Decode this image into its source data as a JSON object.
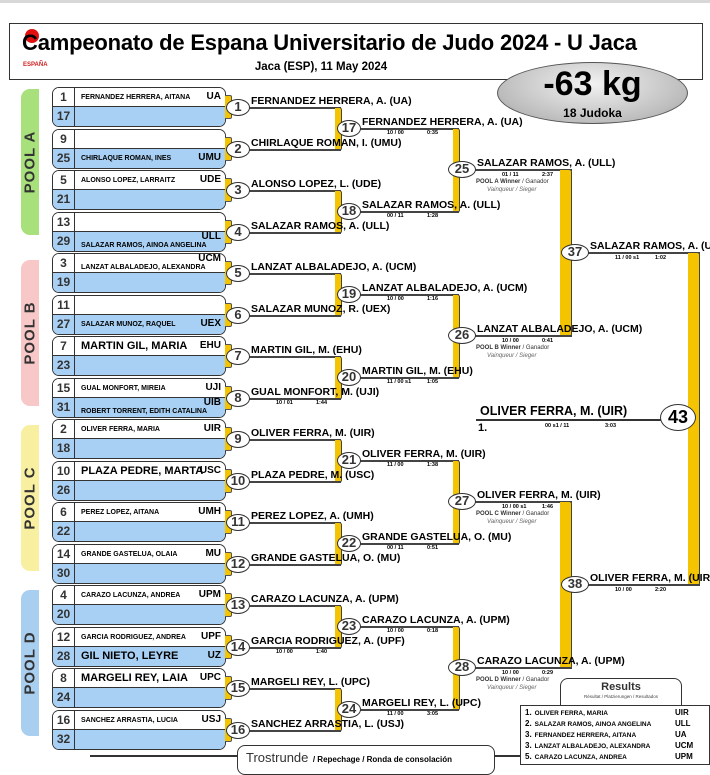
{
  "header": {
    "title": "Campeonato de Espana Universitario de Judo 2024 - U Jaca",
    "subtitle": "Jaca (ESP), 11 May 2024",
    "logo_text": "ESPAÑA"
  },
  "category": {
    "weight": "-63 kg",
    "count": "18 Judoka"
  },
  "colors": {
    "accent": "#f5c400",
    "blue_row": "#a8d0f4",
    "poolA": "#a8e07c",
    "poolB": "#f8c8c8",
    "poolC": "#f8f0a0",
    "poolD": "#a8cef0"
  },
  "pools": [
    {
      "label": "POOL   A"
    },
    {
      "label": "POOL   B"
    },
    {
      "label": "POOL   C"
    },
    {
      "label": "POOL   D"
    }
  ],
  "pairs": [
    {
      "top": {
        "seed": "1",
        "name": "FERNANDEZ HERRERA, AITANA",
        "club": "UA"
      },
      "bottom": {
        "seed": "17",
        "name": "",
        "club": ""
      }
    },
    {
      "top": {
        "seed": "9",
        "name": "",
        "club": ""
      },
      "bottom": {
        "seed": "25",
        "name": "CHIRLAQUE ROMAN, INES",
        "club": "UMU"
      }
    },
    {
      "top": {
        "seed": "5",
        "name": "ALONSO LOPEZ, LARRAITZ",
        "club": "UDE"
      },
      "bottom": {
        "seed": "21",
        "name": "",
        "club": ""
      }
    },
    {
      "top": {
        "seed": "13",
        "name": "",
        "club": ""
      },
      "bottom": {
        "seed": "29",
        "name": "SALAZAR RAMOS, AINOA ANGELINA",
        "club": "ULL"
      }
    },
    {
      "top": {
        "seed": "3",
        "name": "LANZAT ALBALADEJO, ALEXANDRA",
        "club": "UCM"
      },
      "bottom": {
        "seed": "19",
        "name": "",
        "club": ""
      }
    },
    {
      "top": {
        "seed": "11",
        "name": "",
        "club": ""
      },
      "bottom": {
        "seed": "27",
        "name": "SALAZAR MUNOZ, RAQUEL",
        "club": "UEX"
      }
    },
    {
      "top": {
        "seed": "7",
        "name": "MARTIN GIL, MARIA",
        "club": "EHU"
      },
      "bottom": {
        "seed": "23",
        "name": "",
        "club": ""
      }
    },
    {
      "top": {
        "seed": "15",
        "name": "GUAL MONFORT, MIREIA",
        "club": "UJI"
      },
      "bottom": {
        "seed": "31",
        "name": "ROBERT TORRENT, EDITH CATALINA",
        "club": "UIB"
      }
    },
    {
      "top": {
        "seed": "2",
        "name": "OLIVER FERRA, MARIA",
        "club": "UIR"
      },
      "bottom": {
        "seed": "18",
        "name": "",
        "club": ""
      }
    },
    {
      "top": {
        "seed": "10",
        "name": "PLAZA PEDRE, MARTA",
        "club": "USC"
      },
      "bottom": {
        "seed": "26",
        "name": "",
        "club": ""
      }
    },
    {
      "top": {
        "seed": "6",
        "name": "PEREZ LOPEZ, AITANA",
        "club": "UMH"
      },
      "bottom": {
        "seed": "22",
        "name": "",
        "club": ""
      }
    },
    {
      "top": {
        "seed": "14",
        "name": "GRANDE GASTELUA, OLAIA",
        "club": "MU"
      },
      "bottom": {
        "seed": "30",
        "name": "",
        "club": ""
      }
    },
    {
      "top": {
        "seed": "4",
        "name": "CARAZO LACUNZA, ANDREA",
        "club": "UPM"
      },
      "bottom": {
        "seed": "20",
        "name": "",
        "club": ""
      }
    },
    {
      "top": {
        "seed": "12",
        "name": "GARCIA RODRIGUEZ, ANDREA",
        "club": "UPF"
      },
      "bottom": {
        "seed": "28",
        "name": "GIL NIETO, LEYRE",
        "club": "UZ"
      }
    },
    {
      "top": {
        "seed": "8",
        "name": "MARGELI REY, LAIA",
        "club": "UPC"
      },
      "bottom": {
        "seed": "24",
        "name": "",
        "club": ""
      }
    },
    {
      "top": {
        "seed": "16",
        "name": "SANCHEZ ARRASTIA, LUCIA",
        "club": "USJ"
      },
      "bottom": {
        "seed": "32",
        "name": "",
        "club": ""
      }
    }
  ],
  "rounds": [
    [
      {
        "no": "1",
        "winner": "FERNANDEZ HERRERA, A.  (UA)",
        "score": "",
        "time": ""
      },
      {
        "no": "2",
        "winner": "CHIRLAQUE ROMAN, I.  (UMU)",
        "score": "",
        "time": ""
      },
      {
        "no": "3",
        "winner": "ALONSO LOPEZ, L.  (UDE)",
        "score": "",
        "time": ""
      },
      {
        "no": "4",
        "winner": "SALAZAR RAMOS, A.  (ULL)",
        "score": "",
        "time": ""
      },
      {
        "no": "5",
        "winner": "LANZAT ALBALADEJO, A.  (UCM)",
        "score": "",
        "time": ""
      },
      {
        "no": "6",
        "winner": "SALAZAR MUNOZ, R.  (UEX)",
        "score": "",
        "time": ""
      },
      {
        "no": "7",
        "winner": "MARTIN GIL, M.  (EHU)",
        "score": "",
        "time": ""
      },
      {
        "no": "8",
        "winner": "GUAL MONFORT, M.  (UJI)",
        "score": "10 / 01",
        "time": "1:44"
      },
      {
        "no": "9",
        "winner": "OLIVER FERRA, M.  (UIR)",
        "score": "",
        "time": ""
      },
      {
        "no": "10",
        "winner": "PLAZA PEDRE, M.  (USC)",
        "score": "",
        "time": ""
      },
      {
        "no": "11",
        "winner": "PEREZ LOPEZ, A.  (UMH)",
        "score": "",
        "time": ""
      },
      {
        "no": "12",
        "winner": "GRANDE GASTELUA, O.  (MU)",
        "score": "",
        "time": ""
      },
      {
        "no": "13",
        "winner": "CARAZO LACUNZA, A.  (UPM)",
        "score": "",
        "time": ""
      },
      {
        "no": "14",
        "winner": "GARCIA RODRIGUEZ, A.  (UPF)",
        "score": "10 / 00",
        "time": "1:40"
      },
      {
        "no": "15",
        "winner": "MARGELI REY, L.  (UPC)",
        "score": "",
        "time": ""
      },
      {
        "no": "16",
        "winner": "SANCHEZ ARRASTIA, L.  (USJ)",
        "score": "",
        "time": ""
      }
    ],
    [
      {
        "no": "17",
        "winner": "FERNANDEZ HERRERA, A.  (UA)",
        "score": "10 / 00",
        "time": "0:35"
      },
      {
        "no": "18",
        "winner": "SALAZAR RAMOS, A.  (ULL)",
        "score": "00 / 11",
        "time": "1:28"
      },
      {
        "no": "19",
        "winner": "LANZAT ALBALADEJO, A.  (UCM)",
        "score": "10 / 00",
        "time": "1:16"
      },
      {
        "no": "20",
        "winner": "MARTIN GIL, M.  (EHU)",
        "score": "11 / 00 s1",
        "time": "1:05"
      },
      {
        "no": "21",
        "winner": "OLIVER FERRA, M.  (UIR)",
        "score": "11 / 00",
        "time": "1:38"
      },
      {
        "no": "22",
        "winner": "GRANDE GASTELUA, O.  (MU)",
        "score": "00 / 11",
        "time": "0:51"
      },
      {
        "no": "23",
        "winner": "CARAZO LACUNZA, A.  (UPM)",
        "score": "10 / 00",
        "time": "0:18"
      },
      {
        "no": "24",
        "winner": "MARGELI REY, L.  (UPC)",
        "score": "11 / 00",
        "time": "3:05"
      }
    ],
    [
      {
        "no": "25",
        "winner": "SALAZAR RAMOS, A.  (ULL)",
        "score": "01 / 11",
        "time": "2:37",
        "pool": "POOL A Winner",
        "pool_b": "Ganador",
        "pool_c": "Vainqueur / Sieger"
      },
      {
        "no": "26",
        "winner": "LANZAT ALBALADEJO, A.  (UCM)",
        "score": "10 / 00",
        "time": "0:41",
        "pool": "POOL B Winner",
        "pool_b": "Ganador",
        "pool_c": "Vainqueur / Sieger"
      },
      {
        "no": "27",
        "winner": "OLIVER FERRA, M.  (UIR)",
        "score": "10 / 00 s1",
        "time": "1:46",
        "pool": "POOL C Winner",
        "pool_b": "Ganador",
        "pool_c": "Vainqueur / Sieger"
      },
      {
        "no": "28",
        "winner": "CARAZO LACUNZA, A.  (UPM)",
        "score": "10 / 00",
        "time": "0:29",
        "pool": "POOL D Winner",
        "pool_b": "Ganador",
        "pool_c": "Vainqueur / Sieger"
      }
    ],
    [
      {
        "no": "37",
        "winner": "SALAZAR RAMOS, A.  (ULL)",
        "score": "11 / 00 s1",
        "time": "1:02"
      },
      {
        "no": "38",
        "winner": "OLIVER FERRA, M.  (UIR)",
        "score": "10 / 00",
        "time": "2:20"
      }
    ]
  ],
  "final": {
    "no": "43",
    "winner": "OLIVER FERRA, M.  (UIR)",
    "score": "00 s1 / 11",
    "time": "3:03",
    "rank": "1."
  },
  "results": {
    "title": "Results",
    "subtitle": "Résultat / Platzierungen / Resultados",
    "rows": [
      {
        "rank": "1.",
        "name": "OLIVER FERRA, MARIA",
        "club": "UIR"
      },
      {
        "rank": "2.",
        "name": "SALAZAR RAMOS, AINOA ANGELINA",
        "club": "ULL"
      },
      {
        "rank": "3.",
        "name": "FERNANDEZ HERRERA, AITANA",
        "club": "UA"
      },
      {
        "rank": "3.",
        "name": "LANZAT ALBALADEJO, ALEXANDRA",
        "club": "UCM"
      },
      {
        "rank": "5.",
        "name": "CARAZO LACUNZA, ANDREA",
        "club": "UPM"
      }
    ]
  },
  "repechage": {
    "title": "Trostrunde",
    "subtitle": "/ Repechage / Ronda de consolación"
  }
}
